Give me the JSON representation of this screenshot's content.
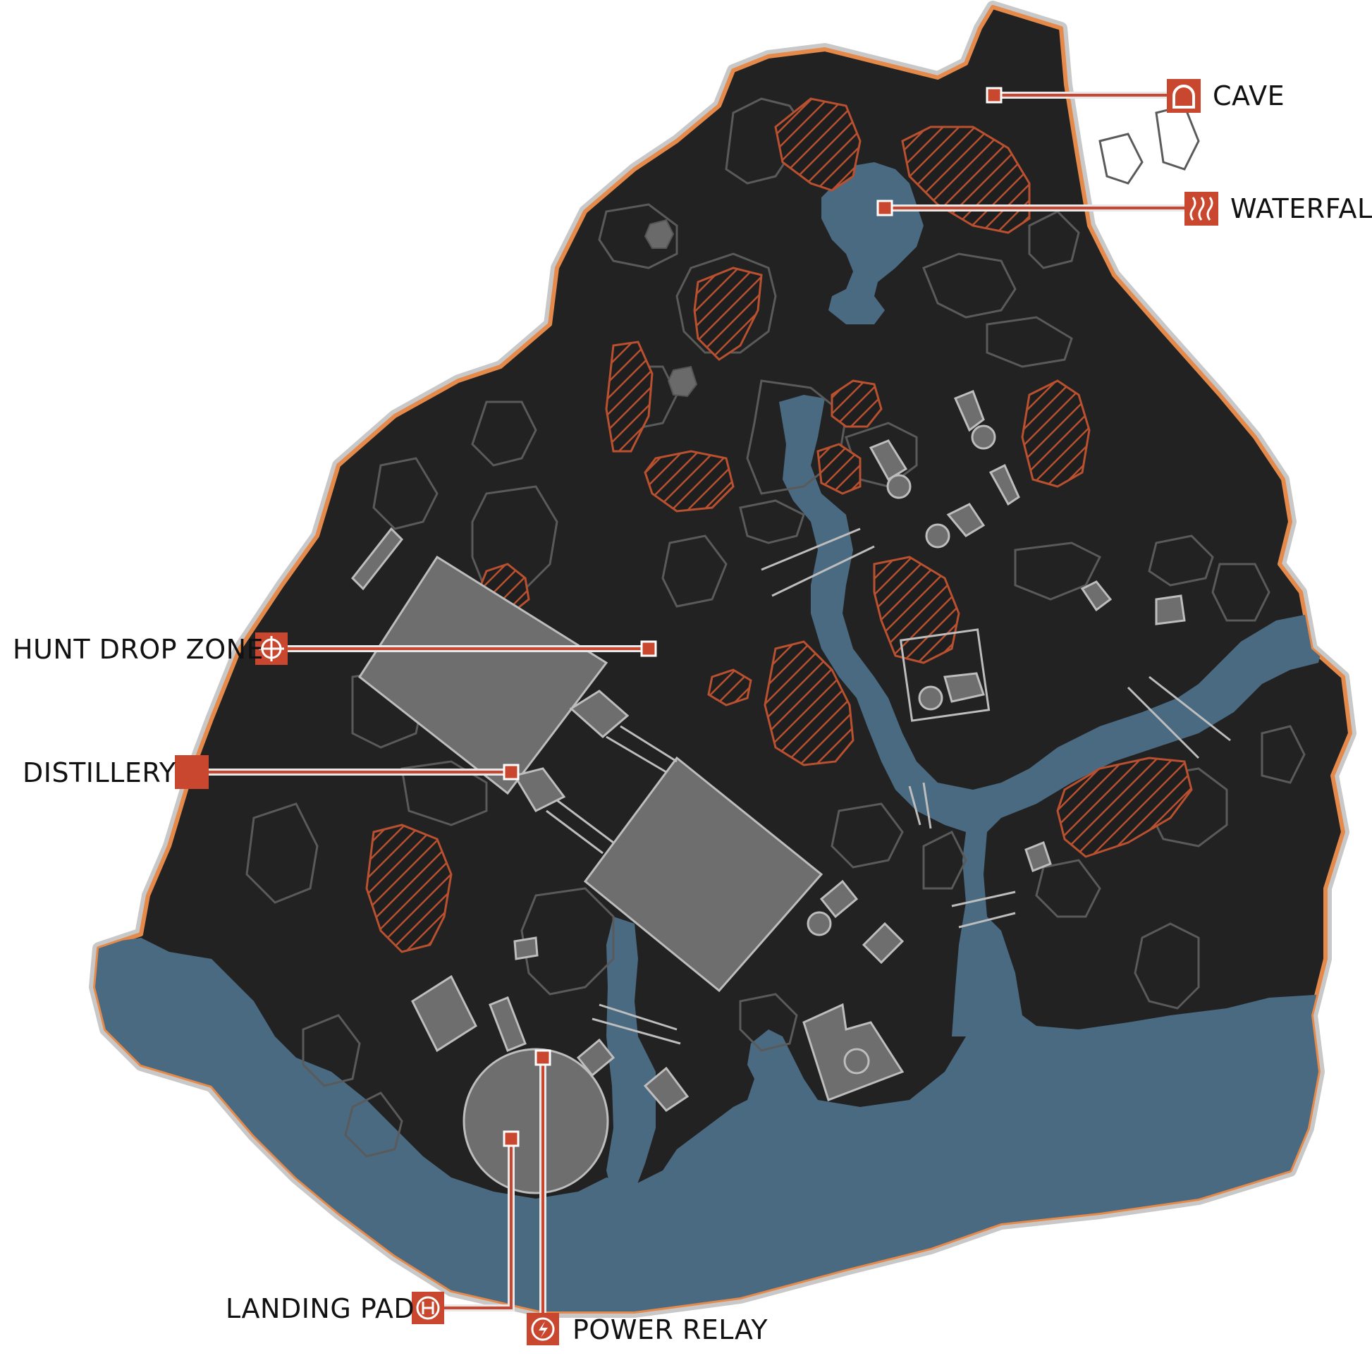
{
  "map": {
    "colors": {
      "land": "#222222",
      "water": "#4a6a82",
      "structure": "#6e6e6e",
      "structure_outline": "#bdbdbd",
      "contour": "#5a5a5a",
      "hazard": "#b9502f",
      "coast_inner": "#e58a4a",
      "coast_outer": "#c8c8c8",
      "marker": "#c9472e"
    },
    "labels": {
      "cave": "CAVE",
      "waterfall": "WATERFALL",
      "hunt_drop_zone": "HUNT DROP ZONE",
      "distillery": "DISTILLERY",
      "landing_pad": "LANDING PAD",
      "power_relay": "POWER RELAY"
    },
    "icons": {
      "cave": "cave-icon",
      "waterfall": "waterfall-icon",
      "hunt_drop_zone": "crosshair-icon",
      "distillery": "square-icon",
      "landing_pad": "helipad-icon",
      "power_relay": "lightning-icon"
    }
  }
}
